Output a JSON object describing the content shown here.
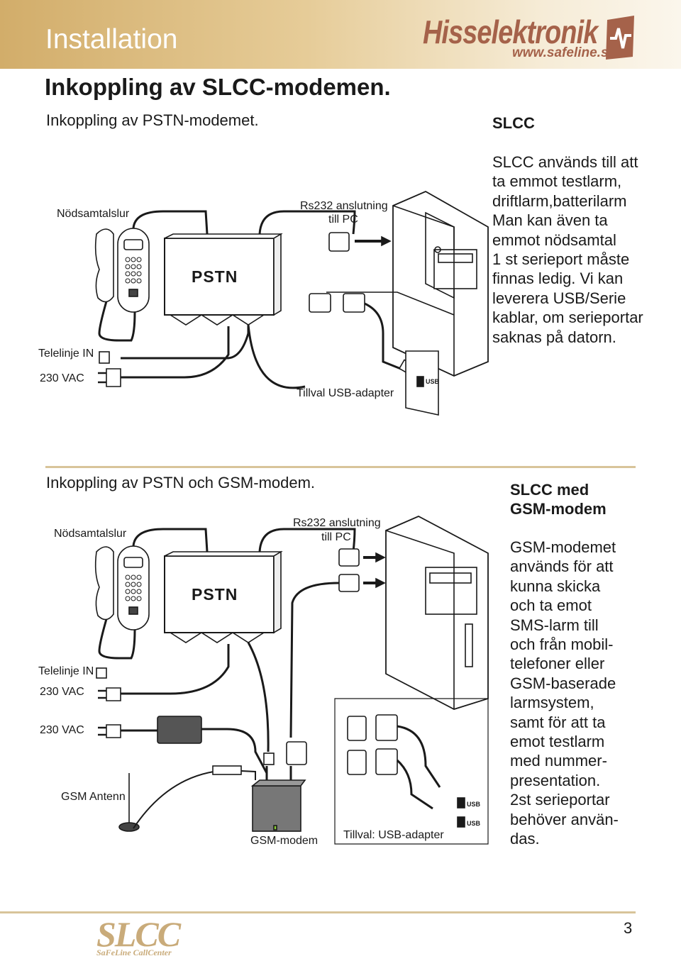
{
  "header": {
    "section_title": "Installation",
    "brand_name": "Hisselektronik",
    "brand_url": "www.safeline.se",
    "brand_color": "#a5624a"
  },
  "page_heading": "Inkoppling av SLCC-modemen.",
  "top_section": {
    "title": "Inkoppling av PSTN-modemet.",
    "labels": {
      "nodsamtalslur": "Nödsamtalslur",
      "telelinje": "Telelinje IN",
      "vac": "230 VAC",
      "rs232_line1": "Rs232 anslutning",
      "rs232_line2": "till PC",
      "pstn": "PSTN",
      "usb_adapter": "Tillval USB-adapter",
      "usb": "USB"
    },
    "side_heading": "SLCC",
    "side_text": [
      "SLCC används till att",
      "ta emmot testlarm,",
      "driftlarm,batterilarm",
      "Man kan även ta",
      "emmot nödsamtal",
      "1 st serieport måste",
      "finnas ledig. Vi kan",
      "leverera USB/Serie",
      "kablar, om serieportar",
      "saknas på datorn."
    ]
  },
  "bottom_section": {
    "title": "Inkoppling av PSTN och GSM-modem.",
    "labels": {
      "nodsamtalslur": "Nödsamtalslur",
      "telelinje": "Telelinje IN",
      "vac1": "230 VAC",
      "vac2": "230 VAC",
      "gsm_antenn": "GSM Antenn",
      "rs232_line1": "Rs232 anslutning",
      "rs232_line2": "till PC",
      "pstn": "PSTN",
      "gsm_modem": "GSM-modem",
      "usb_adapter": "Tillval: USB-adapter",
      "usb1": "USB",
      "usb2": "USB"
    },
    "side_heading_line1": "SLCC med",
    "side_heading_line2": "GSM-modem",
    "side_text": [
      "GSM-modemet",
      "används för att",
      "kunna skicka",
      "och ta emot",
      "SMS-larm till",
      "och från mobil-",
      "telefoner eller",
      "GSM-baserade",
      "larmsystem,",
      "samt för att ta",
      "emot testlarm",
      "med nummer-",
      "presentation.",
      "2st serieportar",
      "behöver använ-",
      "das."
    ]
  },
  "footer": {
    "logo": "SLCC",
    "logo_sub": "SaFeLine CallCenter",
    "page_number": "3",
    "accent_color": "#c9ab7a"
  }
}
